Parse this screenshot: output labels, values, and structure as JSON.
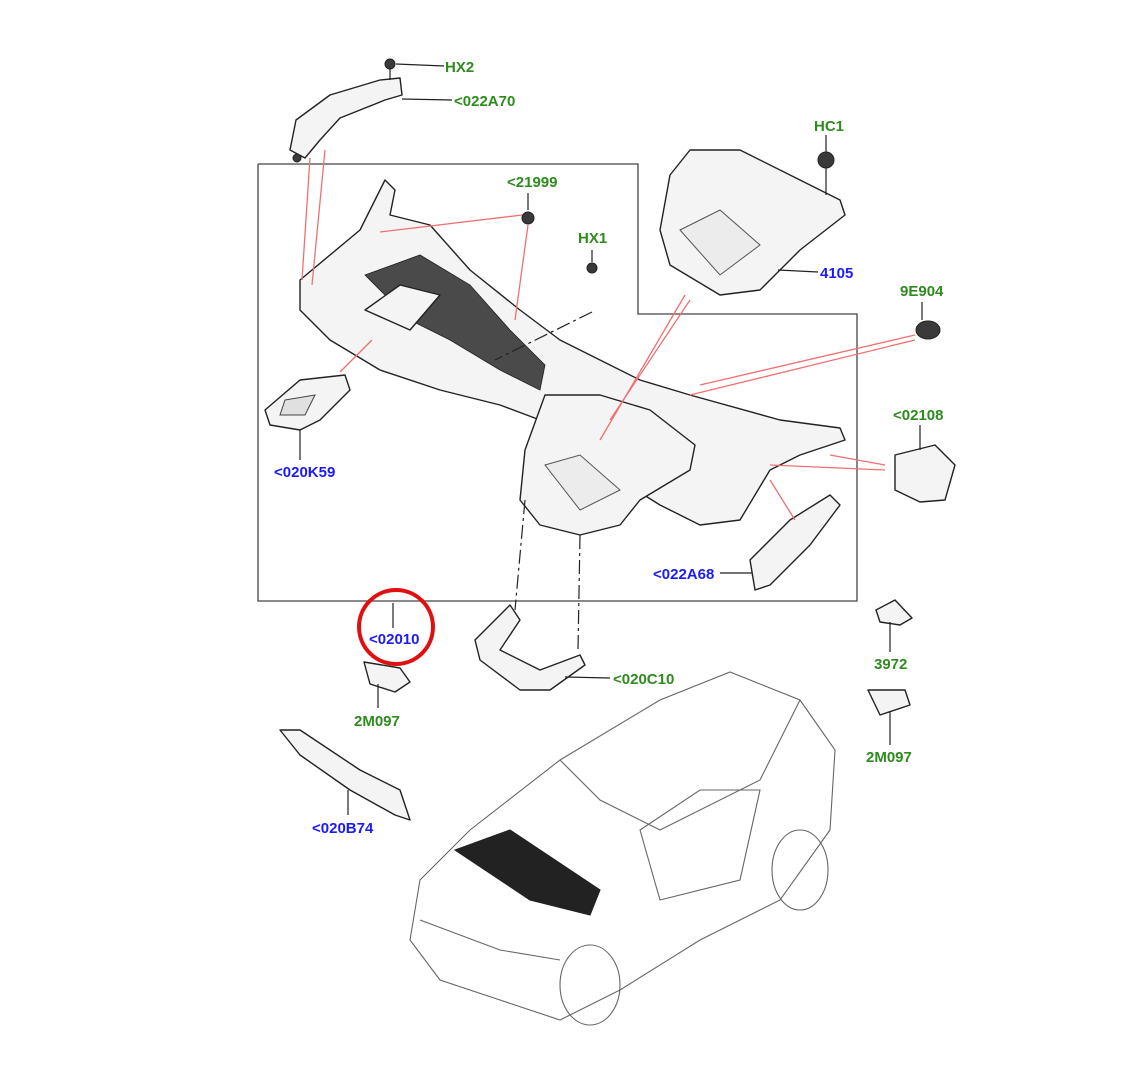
{
  "diagram": {
    "labels": {
      "hx2": "HX2",
      "l022a70": "<022A70",
      "hc1": "HC1",
      "l21999": "<21999",
      "hx1": "HX1",
      "l4105": "4105",
      "l9e904": "9E904",
      "l02108": "<02108",
      "l020k59": "<020K59",
      "l022a68": "<022A68",
      "l02010": "<02010",
      "l020c10": "<020C10",
      "l3972": "3972",
      "l2m097a": "2M097",
      "l2m097b": "2M097",
      "l020b74": "<020B74"
    },
    "colors": {
      "available_part": "#2e8b1e",
      "linked_part": "#1a1aff",
      "highlight": "#e01010"
    },
    "highlighted_part": "<02010"
  }
}
